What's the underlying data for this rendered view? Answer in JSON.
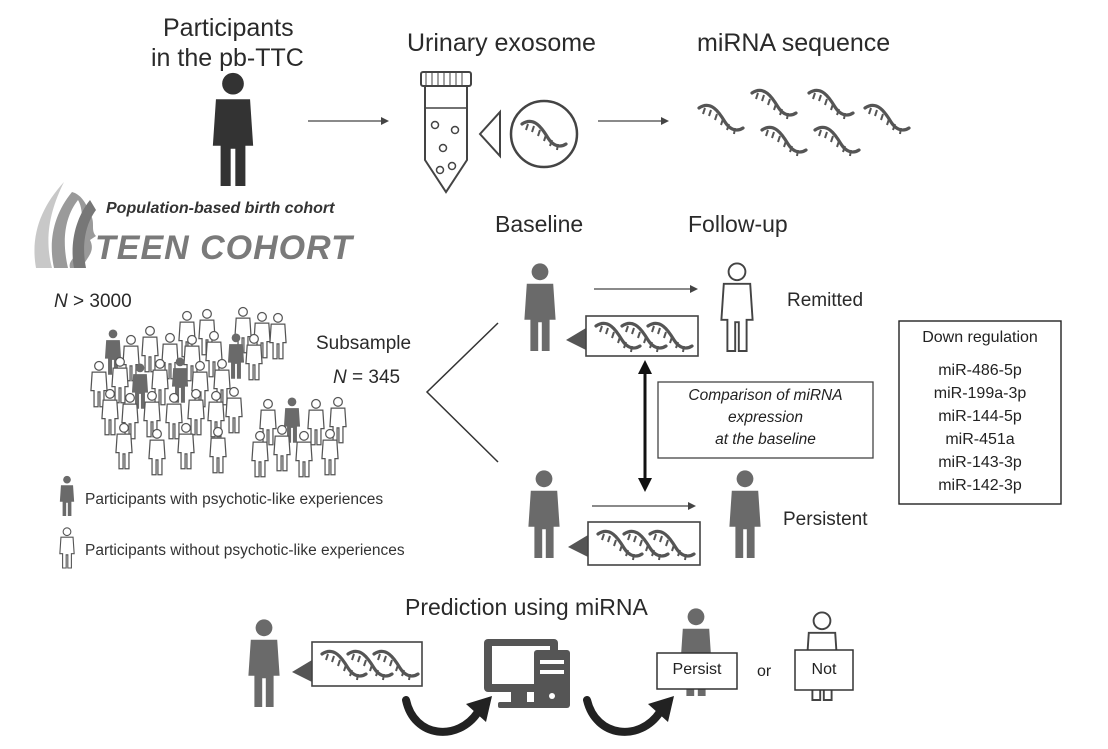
{
  "top": {
    "participants_line1": "Participants",
    "participants_line2": "in the pb-TTC",
    "urinary_exosome": "Urinary exosome",
    "mirna_sequence": "miRNA sequence"
  },
  "cohort": {
    "subtitle": "Population-based  birth cohort",
    "logo_text": "TEEN COHORT",
    "n_total_symbol": "N",
    "n_total_rest": " > 3000"
  },
  "subsample": {
    "label": "Subsample",
    "n_symbol": "N",
    "n_rest": " = 345"
  },
  "timeline": {
    "baseline": "Baseline",
    "followup": "Follow-up",
    "remitted": "Remitted",
    "persistent": "Persistent"
  },
  "comparison": {
    "line1": "Comparison of  miRNA",
    "line2": "expression",
    "line3": "at the baseline"
  },
  "down_regulation": {
    "title": "Down regulation",
    "items": [
      "miR-486-5p",
      "miR-199a-3p",
      "miR-144-5p",
      "miR-451a",
      "miR-143-3p",
      "miR-142-3p"
    ]
  },
  "legend": {
    "with_ple": "Participants with psychotic-like experiences",
    "without_ple": "Participants without  psychotic-like experiences"
  },
  "prediction": {
    "title": "Prediction using miRNA",
    "persist": "Persist",
    "or": "or",
    "not": "Not"
  },
  "colors": {
    "dark_figure": "#3a3a3a",
    "mid_figure": "#6a6a6a",
    "outline_figure": "#555555",
    "strand": "#555555"
  }
}
